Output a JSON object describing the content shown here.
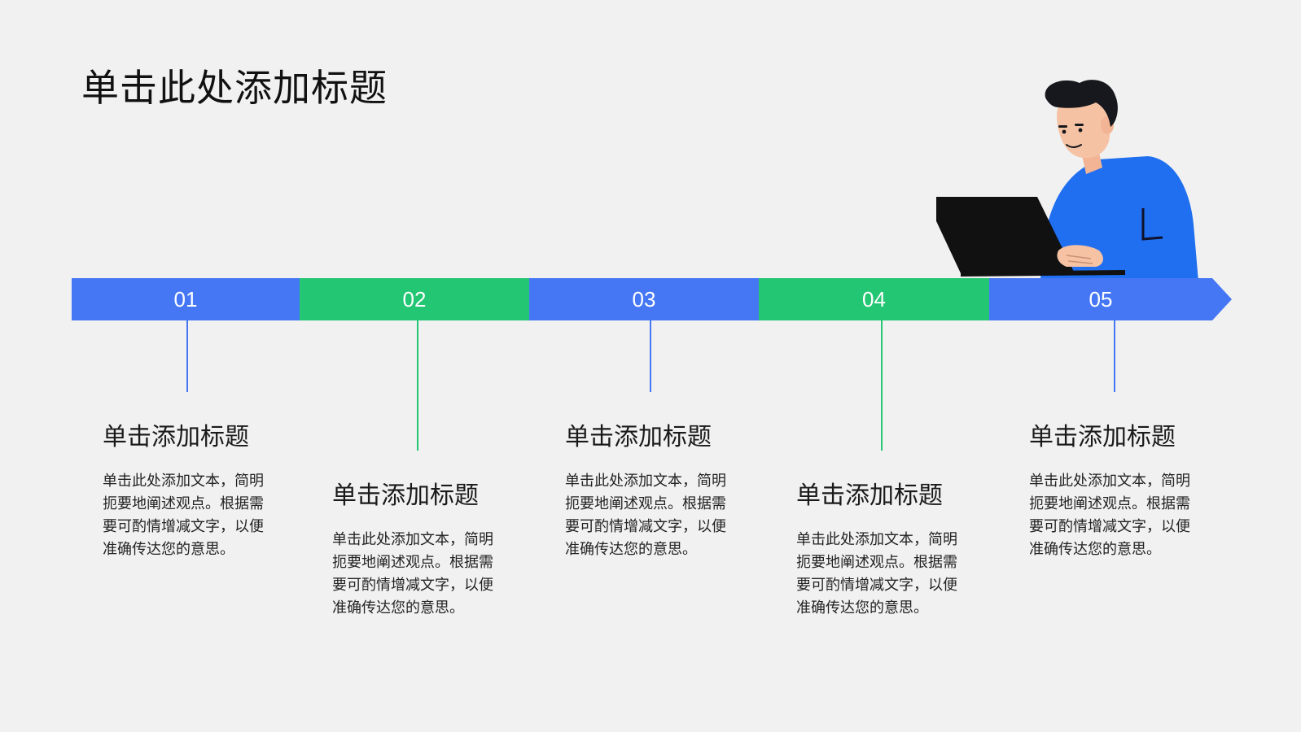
{
  "title": "单击此处添加标题",
  "colors": {
    "blue": "#4577f5",
    "green": "#23c673",
    "background": "#f1f1f1"
  },
  "steps": [
    {
      "number": "01",
      "heading": "单击添加标题",
      "body": "单击此处添加文本，简明扼要地阐述观点。根据需要可酌情增减文字，以便准确传达您的意思。",
      "color": "blue"
    },
    {
      "number": "02",
      "heading": "单击添加标题",
      "body": "单击此处添加文本，简明扼要地阐述观点。根据需要可酌情增减文字，以便准确传达您的意思。",
      "color": "green"
    },
    {
      "number": "03",
      "heading": "单击添加标题",
      "body": "单击此处添加文本，简明扼要地阐述观点。根据需要可酌情增减文字，以便准确传达您的意思。",
      "color": "blue"
    },
    {
      "number": "04",
      "heading": "单击添加标题",
      "body": "单击此处添加文本，简明扼要地阐述观点。根据需要可酌情增减文字，以便准确传达您的意思。",
      "color": "green"
    },
    {
      "number": "05",
      "heading": "单击添加标题",
      "body": "单击此处添加文本，简明扼要地阐述观点。根据需要可酌情增减文字，以便准确传达您的意思。",
      "color": "blue"
    }
  ],
  "illustration": {
    "icon": "person-laptop-icon"
  }
}
